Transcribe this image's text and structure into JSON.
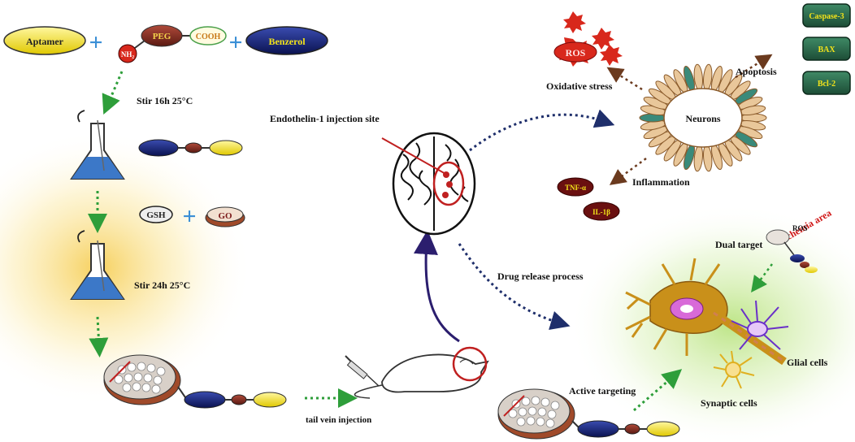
{
  "reagents": {
    "aptamer": "Aptamer",
    "peg": "PEG",
    "cooh": "COOH",
    "nh2": "NH₂",
    "benzerol": "Benzerol",
    "gsh": "GSH",
    "go": "GO",
    "plus": "+"
  },
  "steps": {
    "stir1": "Stir 16h 25°C",
    "stir2": "Stir 24h 25°C",
    "tail_vein": "tail vein injection",
    "active_targeting": "Active targeting",
    "drug_release": "Drug release process",
    "endothelin": "Endothelin-1  injection site"
  },
  "effects": {
    "ros": "ROS",
    "oxidative_stress": "Oxidative stress",
    "apoptosis": "Apoptosis",
    "neurons": "Neurons",
    "inflammation": "Inflammation",
    "tnf": "TNF-α",
    "il1b": "IL-1β",
    "caspase": "Caspase-3",
    "bax": "BAX",
    "bcl2": "Bcl-2"
  },
  "targeting": {
    "ischemia": "Ischemia area",
    "ros_small": "ROS",
    "dual_target": "Dual target",
    "glial": "Glial cells",
    "synaptic": "Synaptic cells"
  },
  "colors": {
    "green_arrow": "#2e9e3a",
    "navy_arrow": "#1f2f6b",
    "brown_arrow": "#6b3a1e",
    "yellow": "#f2e21a",
    "blue_flask": "#3c78c8",
    "teal_box": "#2f6f4f",
    "ischemia_red": "#d01818"
  }
}
